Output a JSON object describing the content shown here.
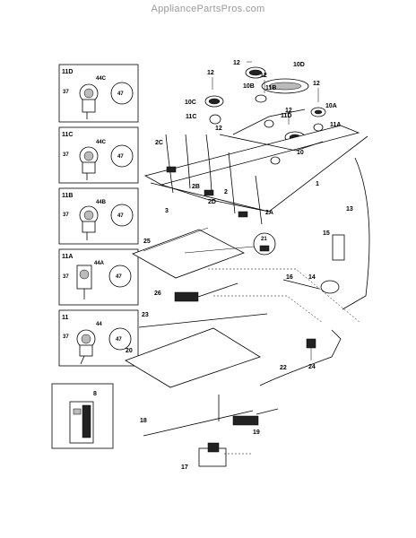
{
  "header": {
    "site_title": "AppliancePartsPros.com"
  },
  "callouts": {
    "c12a": "12",
    "c12b": "12",
    "c12c": "12",
    "c12d": "12",
    "c12e": "12",
    "c12f": "12",
    "c10": "10",
    "c10a": "10A",
    "c10b": "10B",
    "c10c": "10C",
    "c10d": "10D",
    "c11a": "11A",
    "c11b": "11B",
    "c11c": "11C",
    "c11d": "11D",
    "c1": "1",
    "c2": "2",
    "c2a": "2A",
    "c2b": "2B",
    "c2c": "2C",
    "c2d": "2D",
    "c3": "3",
    "c8": "8",
    "c13": "13",
    "c14": "14",
    "c15": "15",
    "c16": "16",
    "c17": "17",
    "c18": "18",
    "c19": "19",
    "c20": "20",
    "c21": "21",
    "c22": "22",
    "c23": "23",
    "c24": "24",
    "c25": "25",
    "c26": "26"
  },
  "insets": [
    {
      "title": "11D",
      "top_label": "44C",
      "left_label": "37",
      "right_label": "47"
    },
    {
      "title": "11C",
      "top_label": "44C",
      "left_label": "37",
      "right_label": "47"
    },
    {
      "title": "11B",
      "top_label": "44B",
      "left_label": "37",
      "right_label": "47"
    },
    {
      "title": "11A",
      "top_label": "44A",
      "left_label": "37",
      "right_label": "47"
    },
    {
      "title": "11",
      "top_label": "44",
      "left_label": "37",
      "right_label": "47"
    }
  ]
}
